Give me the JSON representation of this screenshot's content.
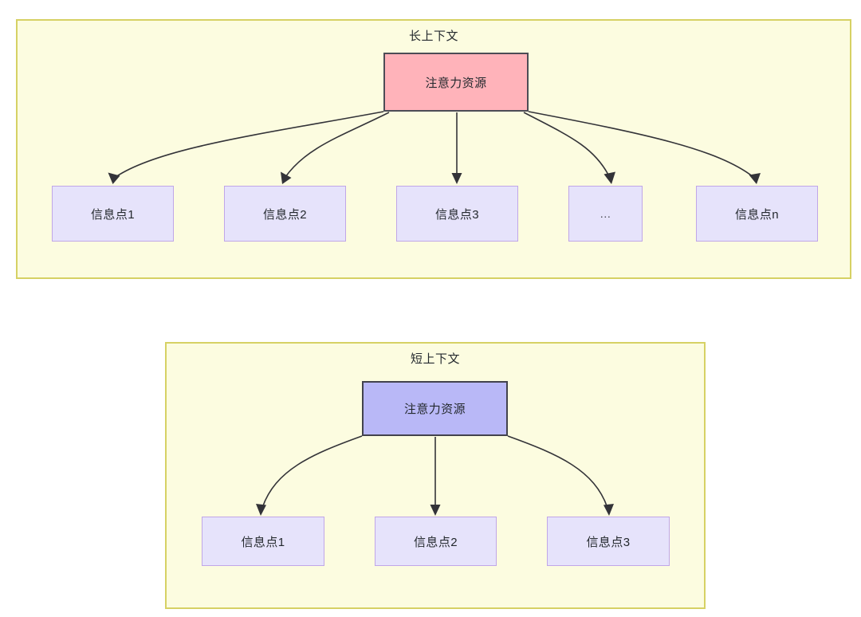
{
  "diagram": {
    "type": "flowchart",
    "title_note": "Attention resource allocation across long vs short context",
    "panels": [
      {
        "id": "long-context",
        "title": "长上下文",
        "root": {
          "label": "注意力资源",
          "fill": "#ffb3ba",
          "stroke": "#4c4c56"
        },
        "children": [
          {
            "label": "信息点1"
          },
          {
            "label": "信息点2"
          },
          {
            "label": "信息点3"
          },
          {
            "label": "..."
          },
          {
            "label": "信息点n"
          }
        ],
        "panel_fill": "#fcfce0",
        "panel_stroke": "#d6d164"
      },
      {
        "id": "short-context",
        "title": "短上下文",
        "root": {
          "label": "注意力资源",
          "fill": "#b9b8f7",
          "stroke": "#42424c"
        },
        "children": [
          {
            "label": "信息点1"
          },
          {
            "label": "信息点2"
          },
          {
            "label": "信息点3"
          }
        ],
        "panel_fill": "#fcfce0",
        "panel_stroke": "#d6d164"
      }
    ],
    "colors": {
      "info_box_fill": "#e6e3fb",
      "info_box_stroke": "#c0a6e8",
      "edge_stroke": "#333338",
      "text": "#24292e",
      "canvas": "#ffffff"
    }
  }
}
